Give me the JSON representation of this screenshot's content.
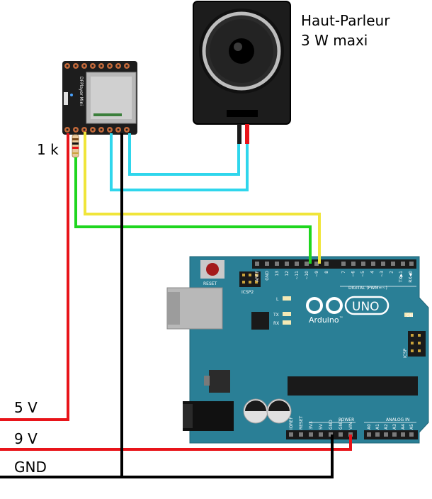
{
  "labels": {
    "speaker_line1": "Haut-Parleur",
    "speaker_line2": "3 W maxi",
    "resistor": "1 k",
    "v5": "5 V",
    "v9": "9 V",
    "gnd": "GND"
  },
  "dfplayer": {
    "name": "DFPlayer Mini"
  },
  "arduino": {
    "brand": "Arduino",
    "trademark": "™",
    "model": "UNO",
    "reset_label": "RESET",
    "icsp2_label": "ICSP2",
    "icsp_label": "ICSP",
    "on_label": "ON",
    "led_l": "L",
    "led_tx": "TX",
    "led_rx": "RX",
    "digital_label": "DIGITAL (PWM=~)",
    "power_label": "POWER",
    "analog_label": "ANALOG IN",
    "digital_pins": [
      "AREF",
      "GND",
      "13",
      "12",
      "~11",
      "~10",
      "~9",
      "8",
      "7",
      "~6",
      "~5",
      "4",
      "~3",
      "2",
      "TX▶1",
      "RX◀0"
    ],
    "power_pins": [
      "IOREF",
      "RESET",
      "3V3",
      "5V",
      "GND",
      "GND",
      "VIN"
    ],
    "analog_pins": [
      "A0",
      "A1",
      "A2",
      "A3",
      "A4",
      "A5"
    ]
  },
  "colors": {
    "wire_red": "#e8141a",
    "wire_black": "#000000",
    "wire_green": "#1fd61f",
    "wire_yellow": "#f0e53a",
    "wire_cyan": "#2fd6ec",
    "board": "#2a7f96"
  }
}
